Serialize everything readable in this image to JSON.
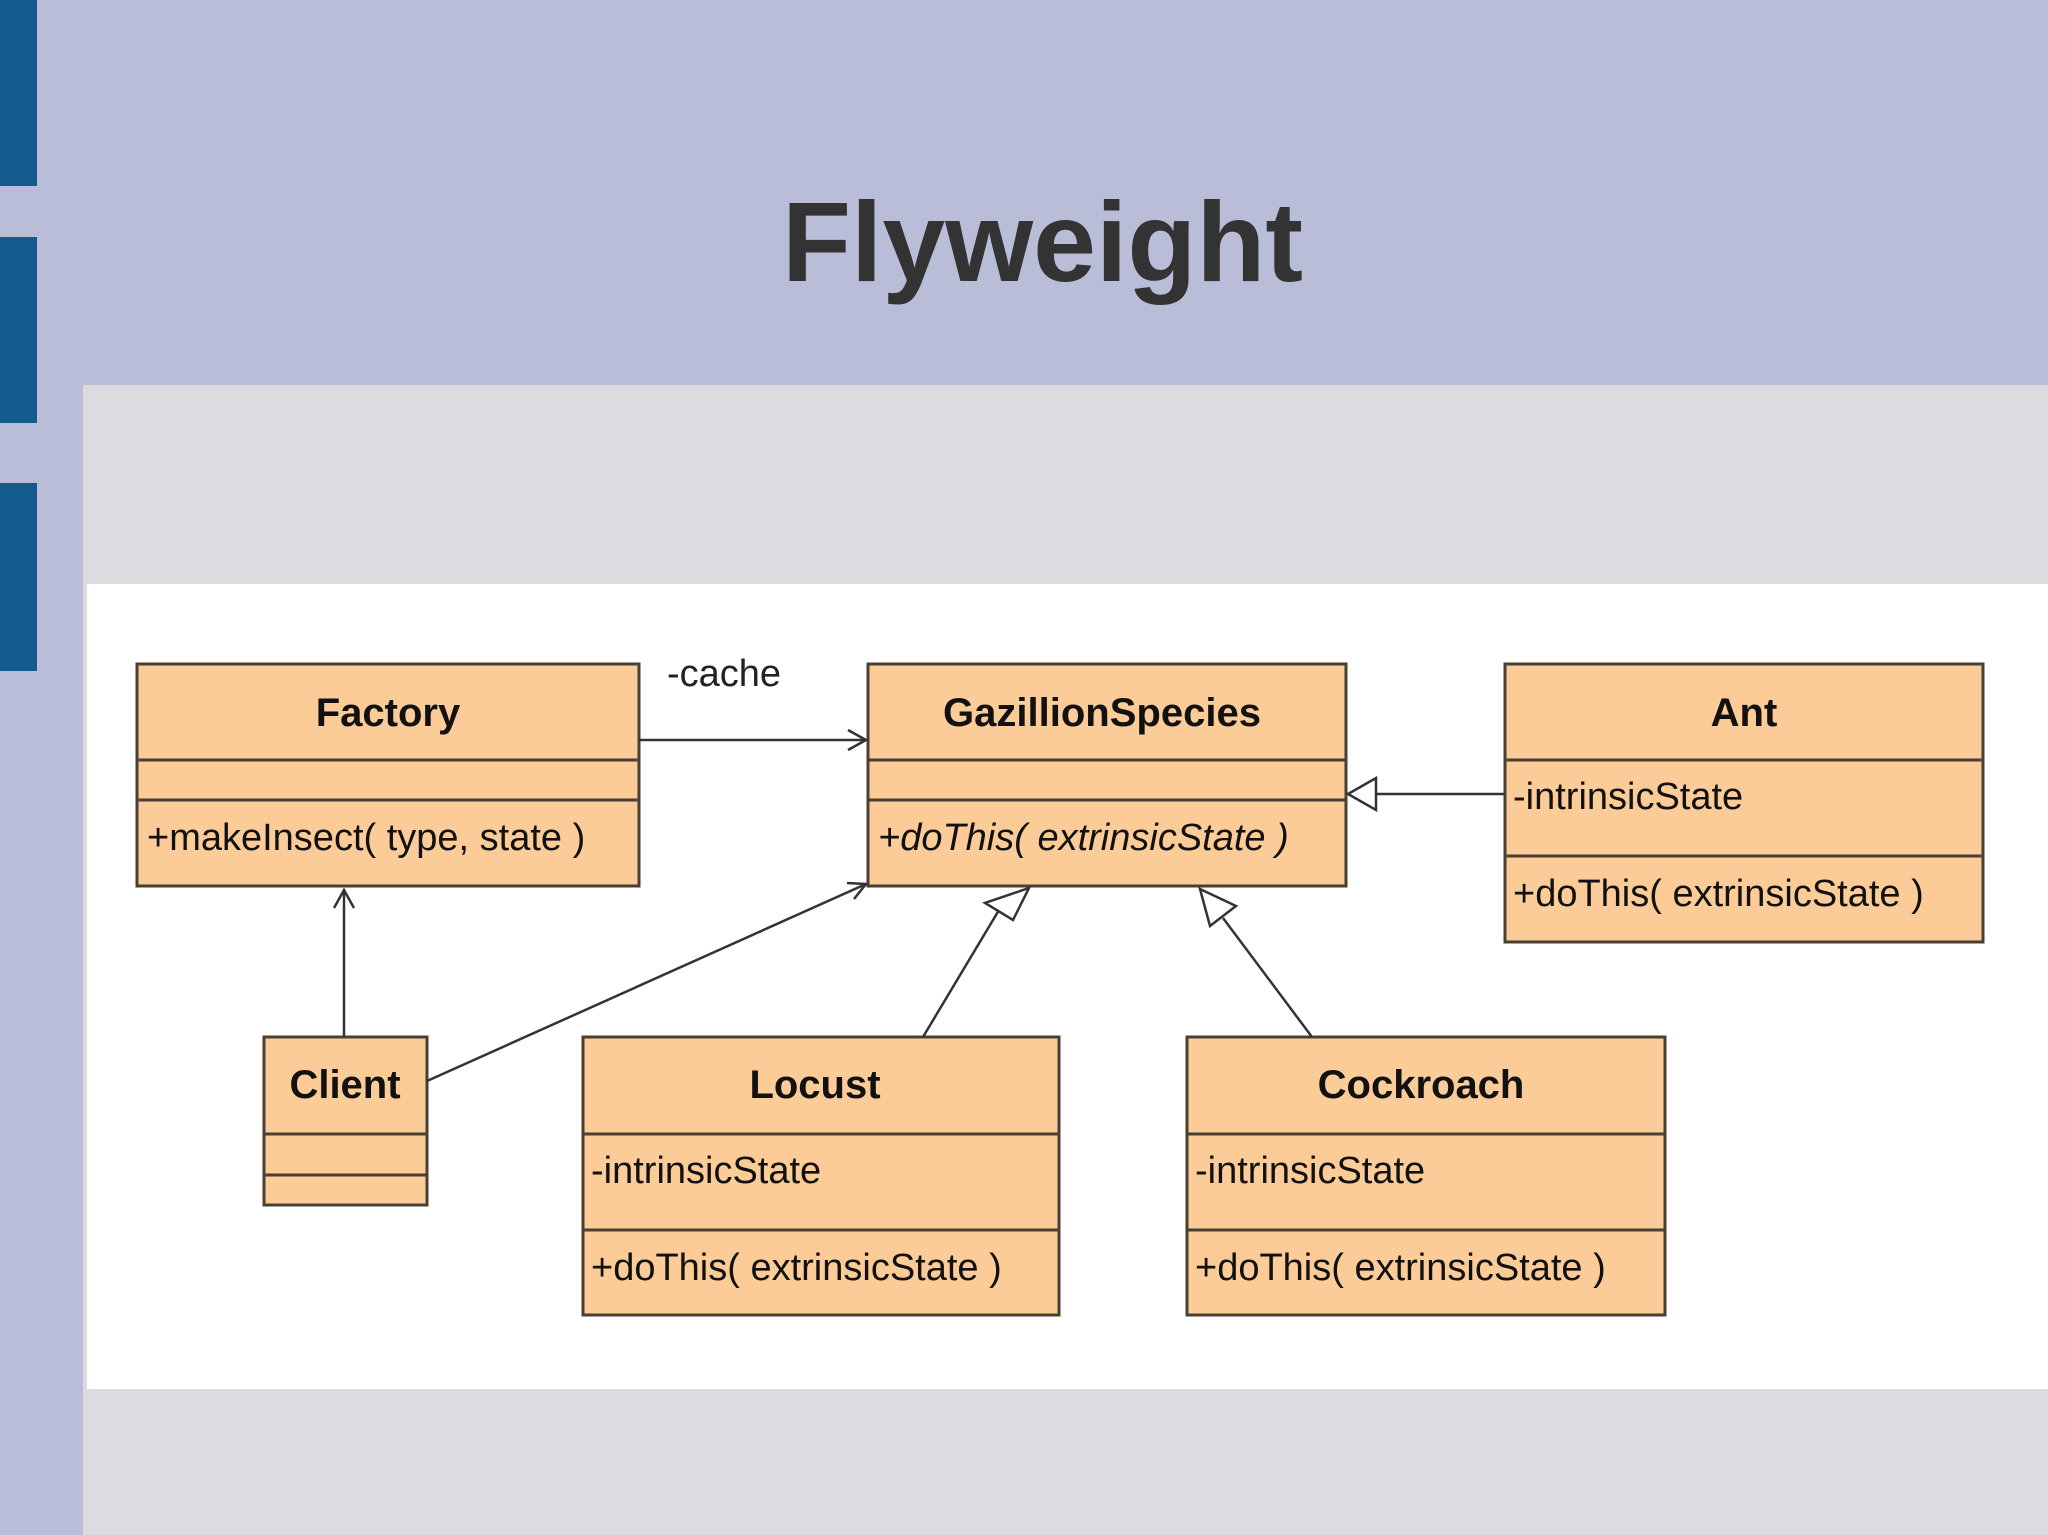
{
  "slide": {
    "title": "Flyweight"
  },
  "colors": {
    "background": "#b9bdd8",
    "accent": "#135a8e",
    "content_panel": "#dcdce0",
    "class_fill": "#fbcb98",
    "title_text": "#333333"
  },
  "diagram": {
    "classes": {
      "factory": {
        "name": "Factory",
        "attribute": "",
        "operation": "+makeInsect( type, state )"
      },
      "gazillion": {
        "name": "GazillionSpecies",
        "attribute": "",
        "operation": "+doThis( extrinsicState )"
      },
      "ant": {
        "name": "Ant",
        "attribute": "-intrinsicState",
        "operation": "+doThis( extrinsicState )"
      },
      "client": {
        "name": "Client",
        "attribute": "",
        "operation": ""
      },
      "locust": {
        "name": "Locust",
        "attribute": "-intrinsicState",
        "operation": "+doThis( extrinsicState )"
      },
      "cockroach": {
        "name": "Cockroach",
        "attribute": "-intrinsicState",
        "operation": "+doThis( extrinsicState )"
      }
    },
    "associations": {
      "cache_label": "-cache"
    },
    "abstract_class": "GazillionSpecies",
    "relationships": [
      "Factory -> GazillionSpecies (association, -cache)",
      "Client -> Factory (dependency)",
      "Client -> GazillionSpecies (dependency)",
      "Ant -|> GazillionSpecies (generalization)",
      "Locust -|> GazillionSpecies (generalization)",
      "Cockroach -|> GazillionSpecies (generalization)"
    ]
  }
}
